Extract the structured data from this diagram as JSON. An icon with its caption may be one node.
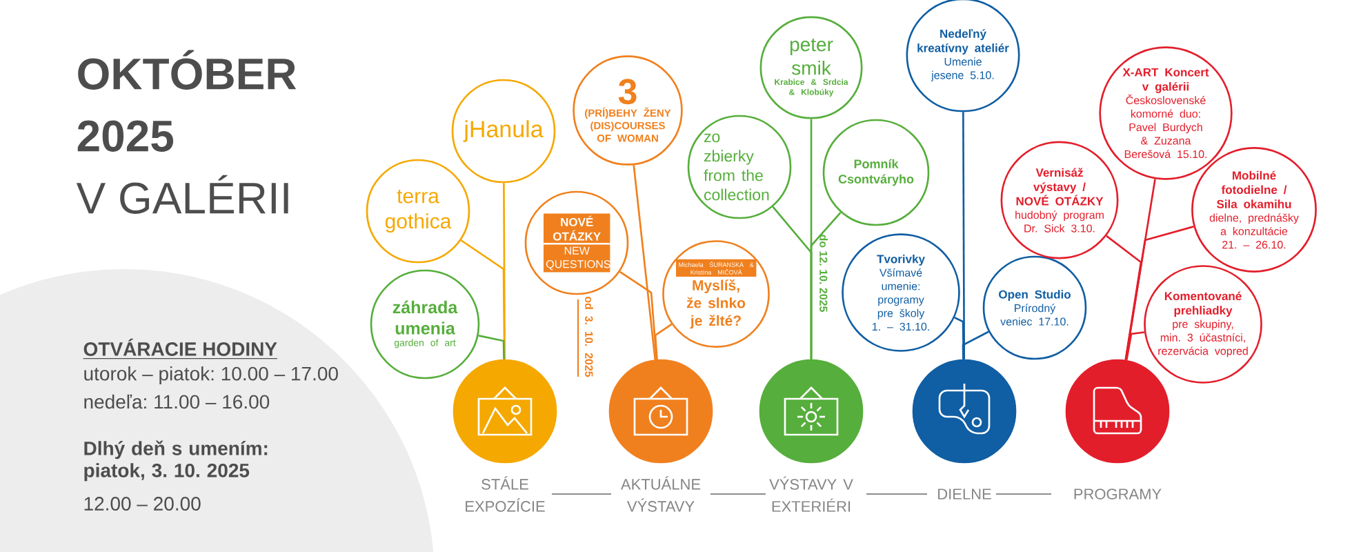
{
  "diagram": {
    "title": "**OKTÓBER 2025** V GALÉRII",
    "nodes": [
      {
        "text": [
          "jHanula"
        ]
      },
      {
        "text": [
          "terra gothica"
        ]
      },
      {
        "text": [
          "záhrada umenia",
          "garden of art"
        ]
      },
      {
        "text": [],
        "shape": "circle",
        "beside": [
          "STÁLE EXPOZÍCIE"
        ]
      },
      {
        "text": [
          "3",
          "(PRÍ)BEHY ŽENY (DIS)COURSES OF WOMAN"
        ]
      },
      {
        "text": [
          "NOVÉ OTÁZKY",
          "NEW QUESTIONS"
        ],
        "beside": [
          "od 3. 10. 2025"
        ]
      },
      {
        "text": [
          "Michaela ŠURANSKÁ & Kristína MIČOVÁ",
          "Myslíš, že slnko je žlté?"
        ]
      },
      {
        "text": [],
        "shape": "circle",
        "beside": [
          "AKTUÁLNE VÝSTAVY"
        ]
      },
      {
        "text": [
          "peter smik",
          "Krabice & Srdcia & Klobúky"
        ]
      },
      {
        "text": [
          "zo zbierky from the collection"
        ]
      },
      {
        "text": [
          "Pomník Csontváryho"
        ]
      },
      {
        "text": [],
        "shape": "circle",
        "beside": [
          "VÝSTAVY V EXTERIÉRI"
        ]
      },
      {
        "text": [
          "Nedeľný kreatívny ateliér",
          "Umenie jesene 5.10."
        ]
      },
      {
        "text": [
          "Tvorivky",
          "Všímavé umenie: programy pre školy 1. – 31.10."
        ]
      },
      {
        "text": [
          "Open Studio",
          "Prírodný veniec 17.10."
        ]
      },
      {
        "text": [],
        "shape": "circle",
        "beside": [
          "DIELNE"
        ]
      },
      {
        "text": [
          "X-ART Koncert v galérii",
          "Československé komorné duo: Pavel Burdych & Zuzana Berešová 15.10."
        ]
      },
      {
        "text": [
          "Vernisáž výstavy / NOVÉ OTÁZKY",
          "hudobný program Dr. Sick 3.10."
        ]
      },
      {
        "text": [
          "Mobilné fotodielne / Sila okamihu",
          "dielne, prednášky a konzultácie 21. – 26.10."
        ]
      },
      {
        "text": [
          "Komentované prehliadky",
          "pre skupiny, min. 3 účastníci, rezervácia vopred"
        ]
      },
      {
        "text": [],
        "shape": "circle",
        "beside": [
          "PROGRAMY"
        ]
      }
    ],
    "edges": [
      {
        "from": 3,
        "to": 0,
        "arrow": "none",
        "color": "#f5a800"
      },
      {
        "from": 3,
        "to": 1,
        "arrow": "none",
        "color": "#f5a800"
      },
      {
        "from": 3,
        "to": 2,
        "arrow": "none",
        "color": "#56ae3c"
      },
      {
        "from": 7,
        "to": 4,
        "arrow": "none",
        "color": "#f0801e"
      },
      {
        "from": 7,
        "to": 5,
        "arrow": "none",
        "color": "#f0801e"
      },
      {
        "from": 7,
        "to": 6,
        "arrow": "none",
        "color": "#f0801e"
      },
      {
        "from": 11,
        "to": 8,
        "arrow": "none",
        "color": "#56ae3c"
      },
      {
        "from": 11,
        "to": 9,
        "arrow": "none",
        "color": "#56ae3c"
      },
      {
        "from": 11,
        "to": 10,
        "arrow": "none",
        "color": "#56ae3c"
      },
      {
        "from": 15,
        "to": 12,
        "arrow": "none",
        "color": "#105ea3"
      },
      {
        "from": 15,
        "to": 13,
        "arrow": "none",
        "color": "#105ea3"
      },
      {
        "from": 15,
        "to": 14,
        "arrow": "none",
        "color": "#105ea3"
      },
      {
        "from": 20,
        "to": 16,
        "arrow": "none",
        "color": "#e31e2b"
      },
      {
        "from": 20,
        "to": 17,
        "arrow": "none",
        "color": "#e31e2b"
      },
      {
        "from": 20,
        "to": 18,
        "arrow": "none",
        "color": "#e31e2b"
      },
      {
        "from": 20,
        "to": 19,
        "arrow": "none",
        "color": "#e31e2b"
      }
    ],
    "labels": [
      "do 12. 10. 2025",
      "OTVÁRACIE HODINY",
      "utorok – piatok: 10.00 – 17.00",
      "nedeľa: 11.00 – 16.00",
      "Dlhý deň s umením: piatok, 3. 10. 2025",
      "12.00 – 20.00"
    ]
  }
}
